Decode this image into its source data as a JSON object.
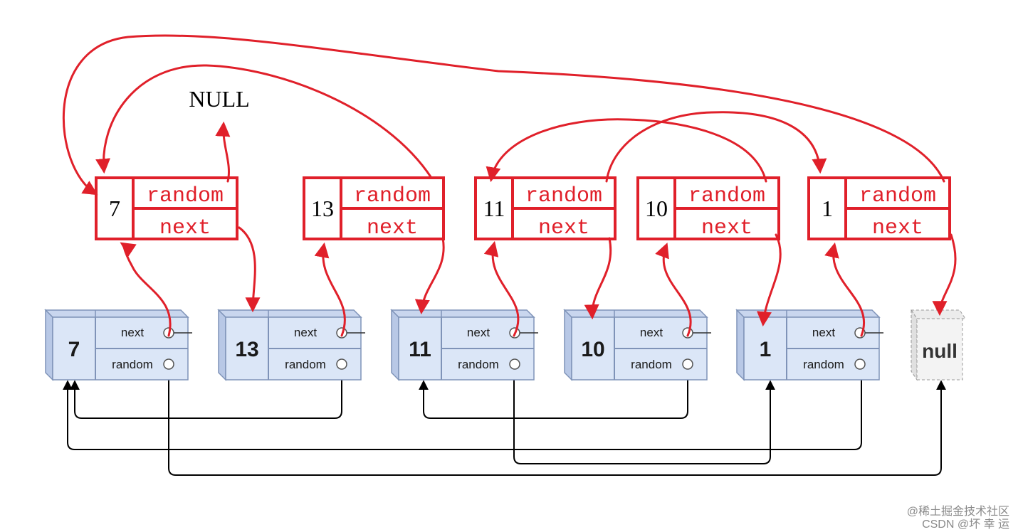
{
  "null_label": "NULL",
  "copy_nodes": [
    {
      "value": "7",
      "random_label": "random",
      "next_label": "next"
    },
    {
      "value": "13",
      "random_label": "random",
      "next_label": "next"
    },
    {
      "value": "11",
      "random_label": "random",
      "next_label": "next"
    },
    {
      "value": "10",
      "random_label": "random",
      "next_label": "next"
    },
    {
      "value": "1",
      "random_label": "random",
      "next_label": "next"
    }
  ],
  "original_nodes": [
    {
      "value": "7",
      "next_label": "next",
      "random_label": "random"
    },
    {
      "value": "13",
      "next_label": "next",
      "random_label": "random"
    },
    {
      "value": "11",
      "next_label": "next",
      "random_label": "random"
    },
    {
      "value": "10",
      "next_label": "next",
      "random_label": "random"
    },
    {
      "value": "1",
      "next_label": "next",
      "random_label": "random"
    }
  ],
  "null_node": {
    "label": "null"
  },
  "watermark": {
    "line1": "@稀土掘金技术社区",
    "line2": "CSDN @坏 幸 运"
  },
  "colors": {
    "red": "#e0202a",
    "node_fill": "#dbe6f7",
    "node_stroke": "#7f93b8",
    "black": "#000000"
  }
}
